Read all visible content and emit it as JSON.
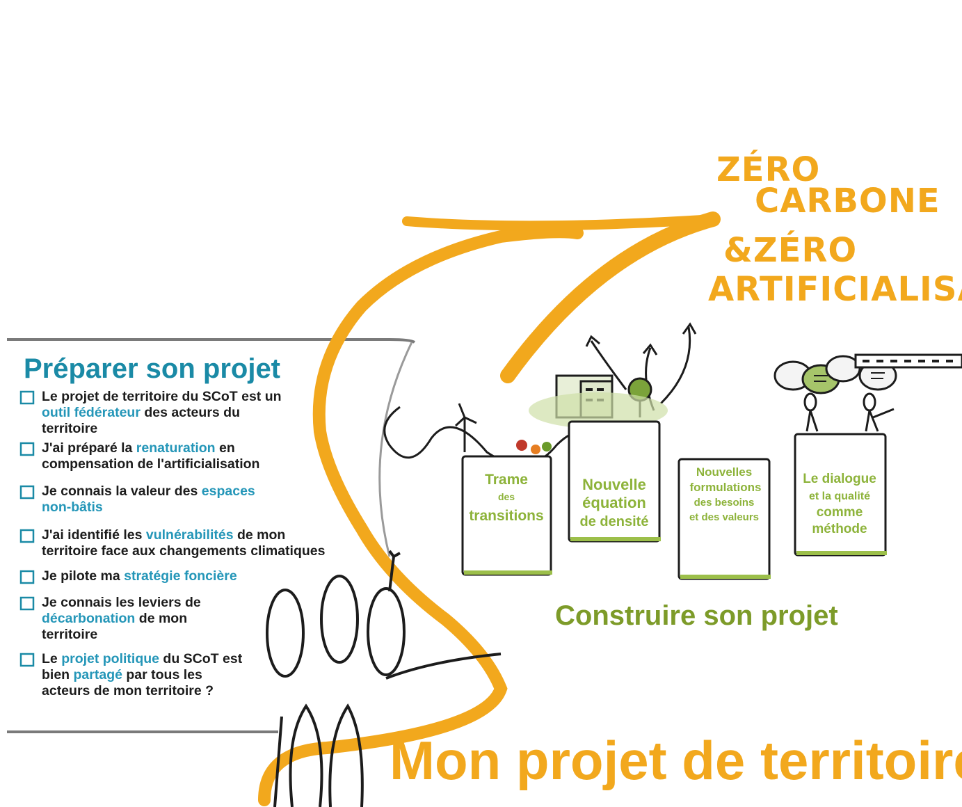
{
  "goal": {
    "lines": [
      "ZÉRO",
      "CARBONE",
      "&ZÉRO",
      "ARTIFICIALISATION"
    ]
  },
  "preparer": {
    "title": "Préparer son projet",
    "items": [
      {
        "lines": [
          [
            "Le projet de territoire du SCoT est un"
          ],
          [
            "outil fédérateur",
            " des acteurs du"
          ],
          [
            "territoire"
          ]
        ]
      },
      {
        "lines": [
          [
            "J'ai préparé la ",
            "renaturation",
            " en"
          ],
          [
            "compensation de l'artificialisation"
          ]
        ]
      },
      {
        "lines": [
          [
            "Je connais la valeur des ",
            "espaces"
          ],
          [
            "non-bâtis"
          ]
        ]
      },
      {
        "lines": [
          [
            "J'ai identifié les ",
            "vulnérabilités",
            " de mon"
          ],
          [
            "territoire face aux changements climatiques"
          ]
        ]
      },
      {
        "lines": [
          [
            "Je pilote ma ",
            "stratégie foncière"
          ]
        ]
      },
      {
        "lines": [
          [
            "Je connais les leviers de"
          ],
          [
            "décarbonation",
            " de mon"
          ],
          [
            "territoire"
          ]
        ]
      },
      {
        "lines": [
          [
            "Le ",
            "projet politique",
            " du SCoT est"
          ],
          [
            "bien ",
            "partagé",
            " par tous les"
          ],
          [
            "acteurs de mon territoire ?"
          ]
        ]
      }
    ]
  },
  "cards": [
    {
      "lines": [
        "Trame",
        "des",
        "transitions"
      ]
    },
    {
      "lines": [
        "Nouvelle",
        "équation",
        "de densité"
      ]
    },
    {
      "lines": [
        "Nouvelles",
        "formulations",
        "des besoins",
        "et des valeurs"
      ]
    },
    {
      "lines": [
        "Le dialogue",
        "et la qualité",
        "comme",
        "méthode"
      ]
    }
  ],
  "construire": {
    "title": "Construire son projet"
  },
  "main_title": "Mon projet de territoire",
  "colors": {
    "orange": "#f2a81d",
    "teal": "#1a8aa6",
    "highlight": "#2496b8",
    "green": "#7d9b29",
    "card_text": "#8db33a",
    "ink": "#1c1c1c"
  }
}
